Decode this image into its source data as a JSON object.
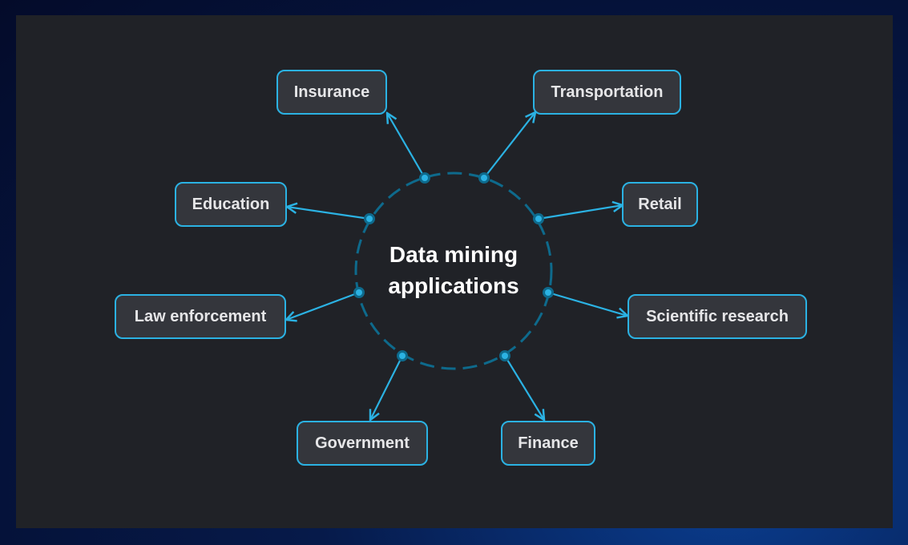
{
  "center": {
    "line1": "Data mining",
    "line2": "applications"
  },
  "nodes": {
    "insurance": "Insurance",
    "transportation": "Transportation",
    "education": "Education",
    "retail": "Retail",
    "law_enforcement": "Law enforcement",
    "scientific_research": "Scientific research",
    "government": "Government",
    "finance": "Finance"
  },
  "colors": {
    "accent": "#2bb2e3",
    "ring": "#0e6a8c",
    "panel": "#202227",
    "node_fill": "#34363c"
  }
}
